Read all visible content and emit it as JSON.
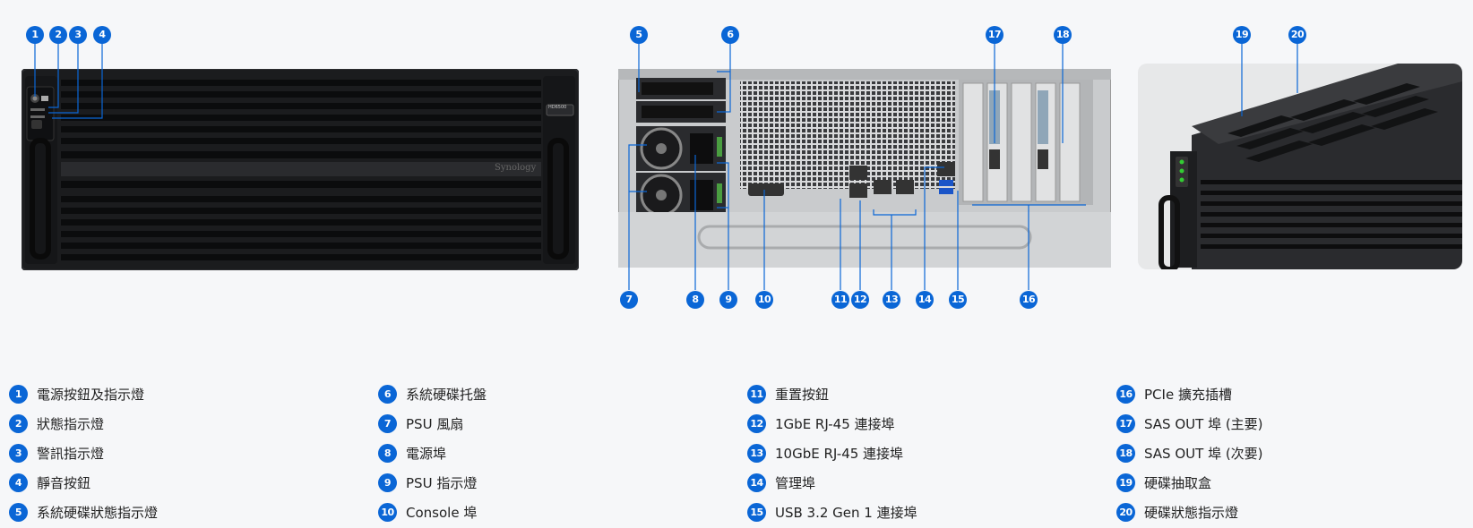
{
  "front_panel": {
    "model_badge": "HD6500",
    "brand": "Synology"
  },
  "callouts": {
    "front": [
      "1",
      "2",
      "3",
      "4"
    ],
    "rear_top": [
      "5",
      "6",
      "17",
      "18"
    ],
    "rear_bottom": [
      "7",
      "8",
      "9",
      "10",
      "11",
      "12",
      "13",
      "14",
      "15",
      "16"
    ],
    "drawer": [
      "19",
      "20"
    ]
  },
  "legend": [
    [
      {
        "num": "1",
        "label": "電源按鈕及指示燈"
      },
      {
        "num": "2",
        "label": "狀態指示燈"
      },
      {
        "num": "3",
        "label": "警訊指示燈"
      },
      {
        "num": "4",
        "label": "靜音按鈕"
      },
      {
        "num": "5",
        "label": "系統硬碟狀態指示燈"
      }
    ],
    [
      {
        "num": "6",
        "label": "系統硬碟托盤"
      },
      {
        "num": "7",
        "label": "PSU 風扇"
      },
      {
        "num": "8",
        "label": "電源埠"
      },
      {
        "num": "9",
        "label": "PSU 指示燈"
      },
      {
        "num": "10",
        "label": "Console 埠"
      }
    ],
    [
      {
        "num": "11",
        "label": "重置按鈕"
      },
      {
        "num": "12",
        "label": "1GbE RJ-45 連接埠"
      },
      {
        "num": "13",
        "label": "10GbE RJ-45 連接埠"
      },
      {
        "num": "14",
        "label": "管理埠"
      },
      {
        "num": "15",
        "label": "USB 3.2 Gen 1 連接埠"
      }
    ],
    [
      {
        "num": "16",
        "label": "PCIe 擴充插槽"
      },
      {
        "num": "17",
        "label": "SAS OUT 埠 (主要)"
      },
      {
        "num": "18",
        "label": "SAS OUT 埠 (次要)"
      },
      {
        "num": "19",
        "label": "硬碟抽取盒"
      },
      {
        "num": "20",
        "label": "硬碟狀態指示燈"
      }
    ]
  ],
  "colors": {
    "accent": "#0a66d6",
    "background": "#f6f7f9",
    "chassis_dark": "#1b1c1e",
    "chassis_silver": "#c9cbcd"
  }
}
